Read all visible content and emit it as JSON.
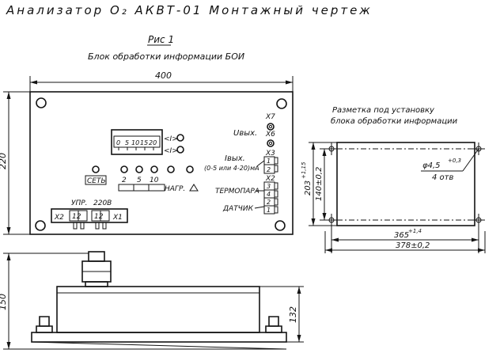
{
  "header": {
    "title": "Анализатор O₂ АКВТ-01 Монтажный чертеж",
    "figure": "Рис 1",
    "subtitle": "Блок обработки информации БОИ"
  },
  "front_view": {
    "dim_width": "400",
    "dim_height": "220",
    "labels": {
      "net": "СЕТЬ",
      "load": "НАГР.",
      "upr": "УПР.",
      "v220": "220В",
      "x2": "X2",
      "x1": "X1",
      "term_x2": "12",
      "term_x1": "12",
      "uout": "Uвых.",
      "iout": "Iвых.",
      "iout_range": "(0-5 или 4-20)мА",
      "x7": "X7",
      "x6": "X6",
      "x3": "X3",
      "x2r": "X2",
      "thermocouple": "ТЕРМОПАРА",
      "sensor": "ДАТЧИК",
      "x3_pins": [
        "1",
        "2"
      ],
      "x2_pins": [
        "3",
        "4",
        "2",
        "1"
      ],
      "scale_ticks": [
        "0",
        "5",
        "10",
        "15",
        "20"
      ],
      "range_btns": [
        "2",
        "5",
        "10"
      ],
      "arrow_r": "<I>",
      "arrow_l": "<I>"
    }
  },
  "side_view": {
    "dim_height_outer": "150",
    "dim_height_inner": "132"
  },
  "mounting": {
    "title_line1": "Разметка под установку",
    "title_line2": "блока обработки информации",
    "hole_dia": "φ4,5",
    "hole_tol": "+0,3",
    "hole_count": "4 отв",
    "dim_365": "365",
    "dim_365_tol": "+1,4",
    "dim_378": "378±0,2",
    "dim_140": "140±0,2",
    "dim_203": "203",
    "dim_203_tol": "+1,15"
  }
}
